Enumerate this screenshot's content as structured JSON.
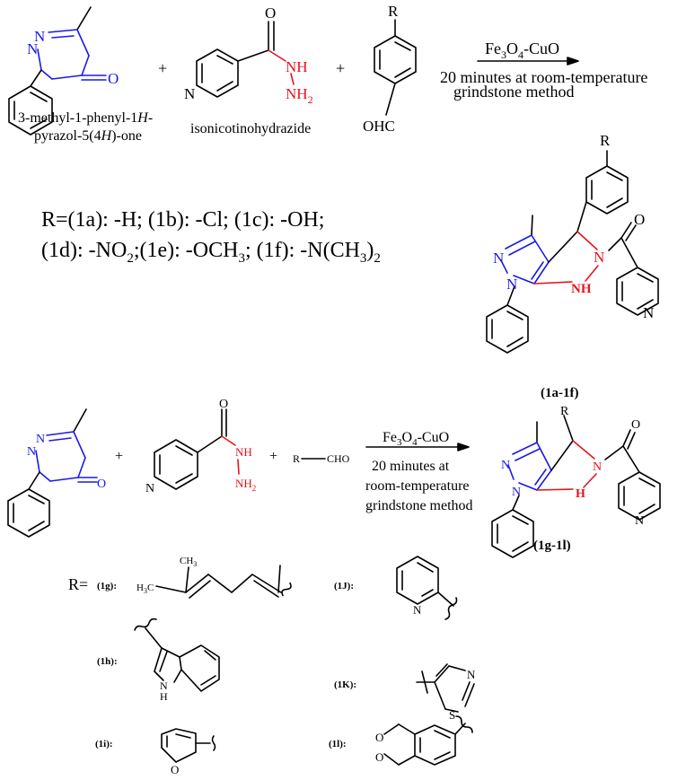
{
  "scheme1": {
    "reactant1_label_line1": "3-methyl-1-phenyl-1",
    "reactant1_label_line1_italic": "H",
    "reactant1_label_line1_end": "-",
    "reactant1_label_line2_start": "pyrazol-5(4",
    "reactant1_label_line2_italic": "H",
    "reactant1_label_line2_end": ")-one",
    "reactant2_label": "isonicotinohydrazide",
    "plus": "+",
    "atom_N": "N",
    "atom_O": "O",
    "atom_R": "R",
    "atom_NH": "NH",
    "atom_NH2": "NH",
    "atom_NH2_sub": "2",
    "atom_OHC": "OHC",
    "catalyst": "Fe",
    "catalyst_sub1": "3",
    "catalyst_mid": "O",
    "catalyst_sub2": "4",
    "catalyst_end": "-CuO",
    "condition_line1": "20 minutes at room-temperature",
    "condition_line2": "grindstone method",
    "r_line1": "R=(1a): -H; (1b):  -Cl; (1c): -OH;",
    "r_line2a": "(1d): -NO",
    "r_line2a_sub": "2",
    "r_line2b": ";(1e): -OCH",
    "r_line2b_sub": "3",
    "r_line2c": "; (1f): -N(CH",
    "r_line2c_sub": "3",
    "r_line2d": ")",
    "r_line2d_sub": "2",
    "product_label": "(1a-1f)",
    "product_atom_NH": "NH"
  },
  "scheme2": {
    "plus": "+",
    "atom_N": "N",
    "atom_O": "O",
    "atom_NH": "NH",
    "atom_NH2": "NH",
    "atom_NH2_sub": "2",
    "aldehyde_R": "R",
    "aldehyde_CHO": "CHO",
    "catalyst": "Fe",
    "catalyst_sub1": "3",
    "catalyst_mid": "O",
    "catalyst_sub2": "4",
    "catalyst_end": "-CuO",
    "condition_line1": "20 minutes at",
    "condition_line2": "room-temperature",
    "condition_line3": "grindstone method",
    "product_R": "R",
    "product_H": "H",
    "product_label": "(1g-1l)",
    "r_equals": "R=",
    "sub_1g": "(1g):",
    "sub_1g_ch3_top": "CH",
    "sub_1g_ch3_top_sub": "3",
    "sub_1g_h3c": "H",
    "sub_1g_h3c_sub": "3",
    "sub_1g_h3c_end": "C",
    "sub_1j": "(1J):",
    "sub_1h": "(1h):",
    "sub_1h_H": "H",
    "sub_1k": "(1K):",
    "sub_1k_S": "S",
    "sub_1i": "(1i):",
    "sub_1i_O": "O",
    "sub_1l": "(1l):",
    "sub_1l_O": "O"
  },
  "colors": {
    "blue": "#1a1ae6",
    "red": "#e6141e",
    "black": "#000000"
  }
}
